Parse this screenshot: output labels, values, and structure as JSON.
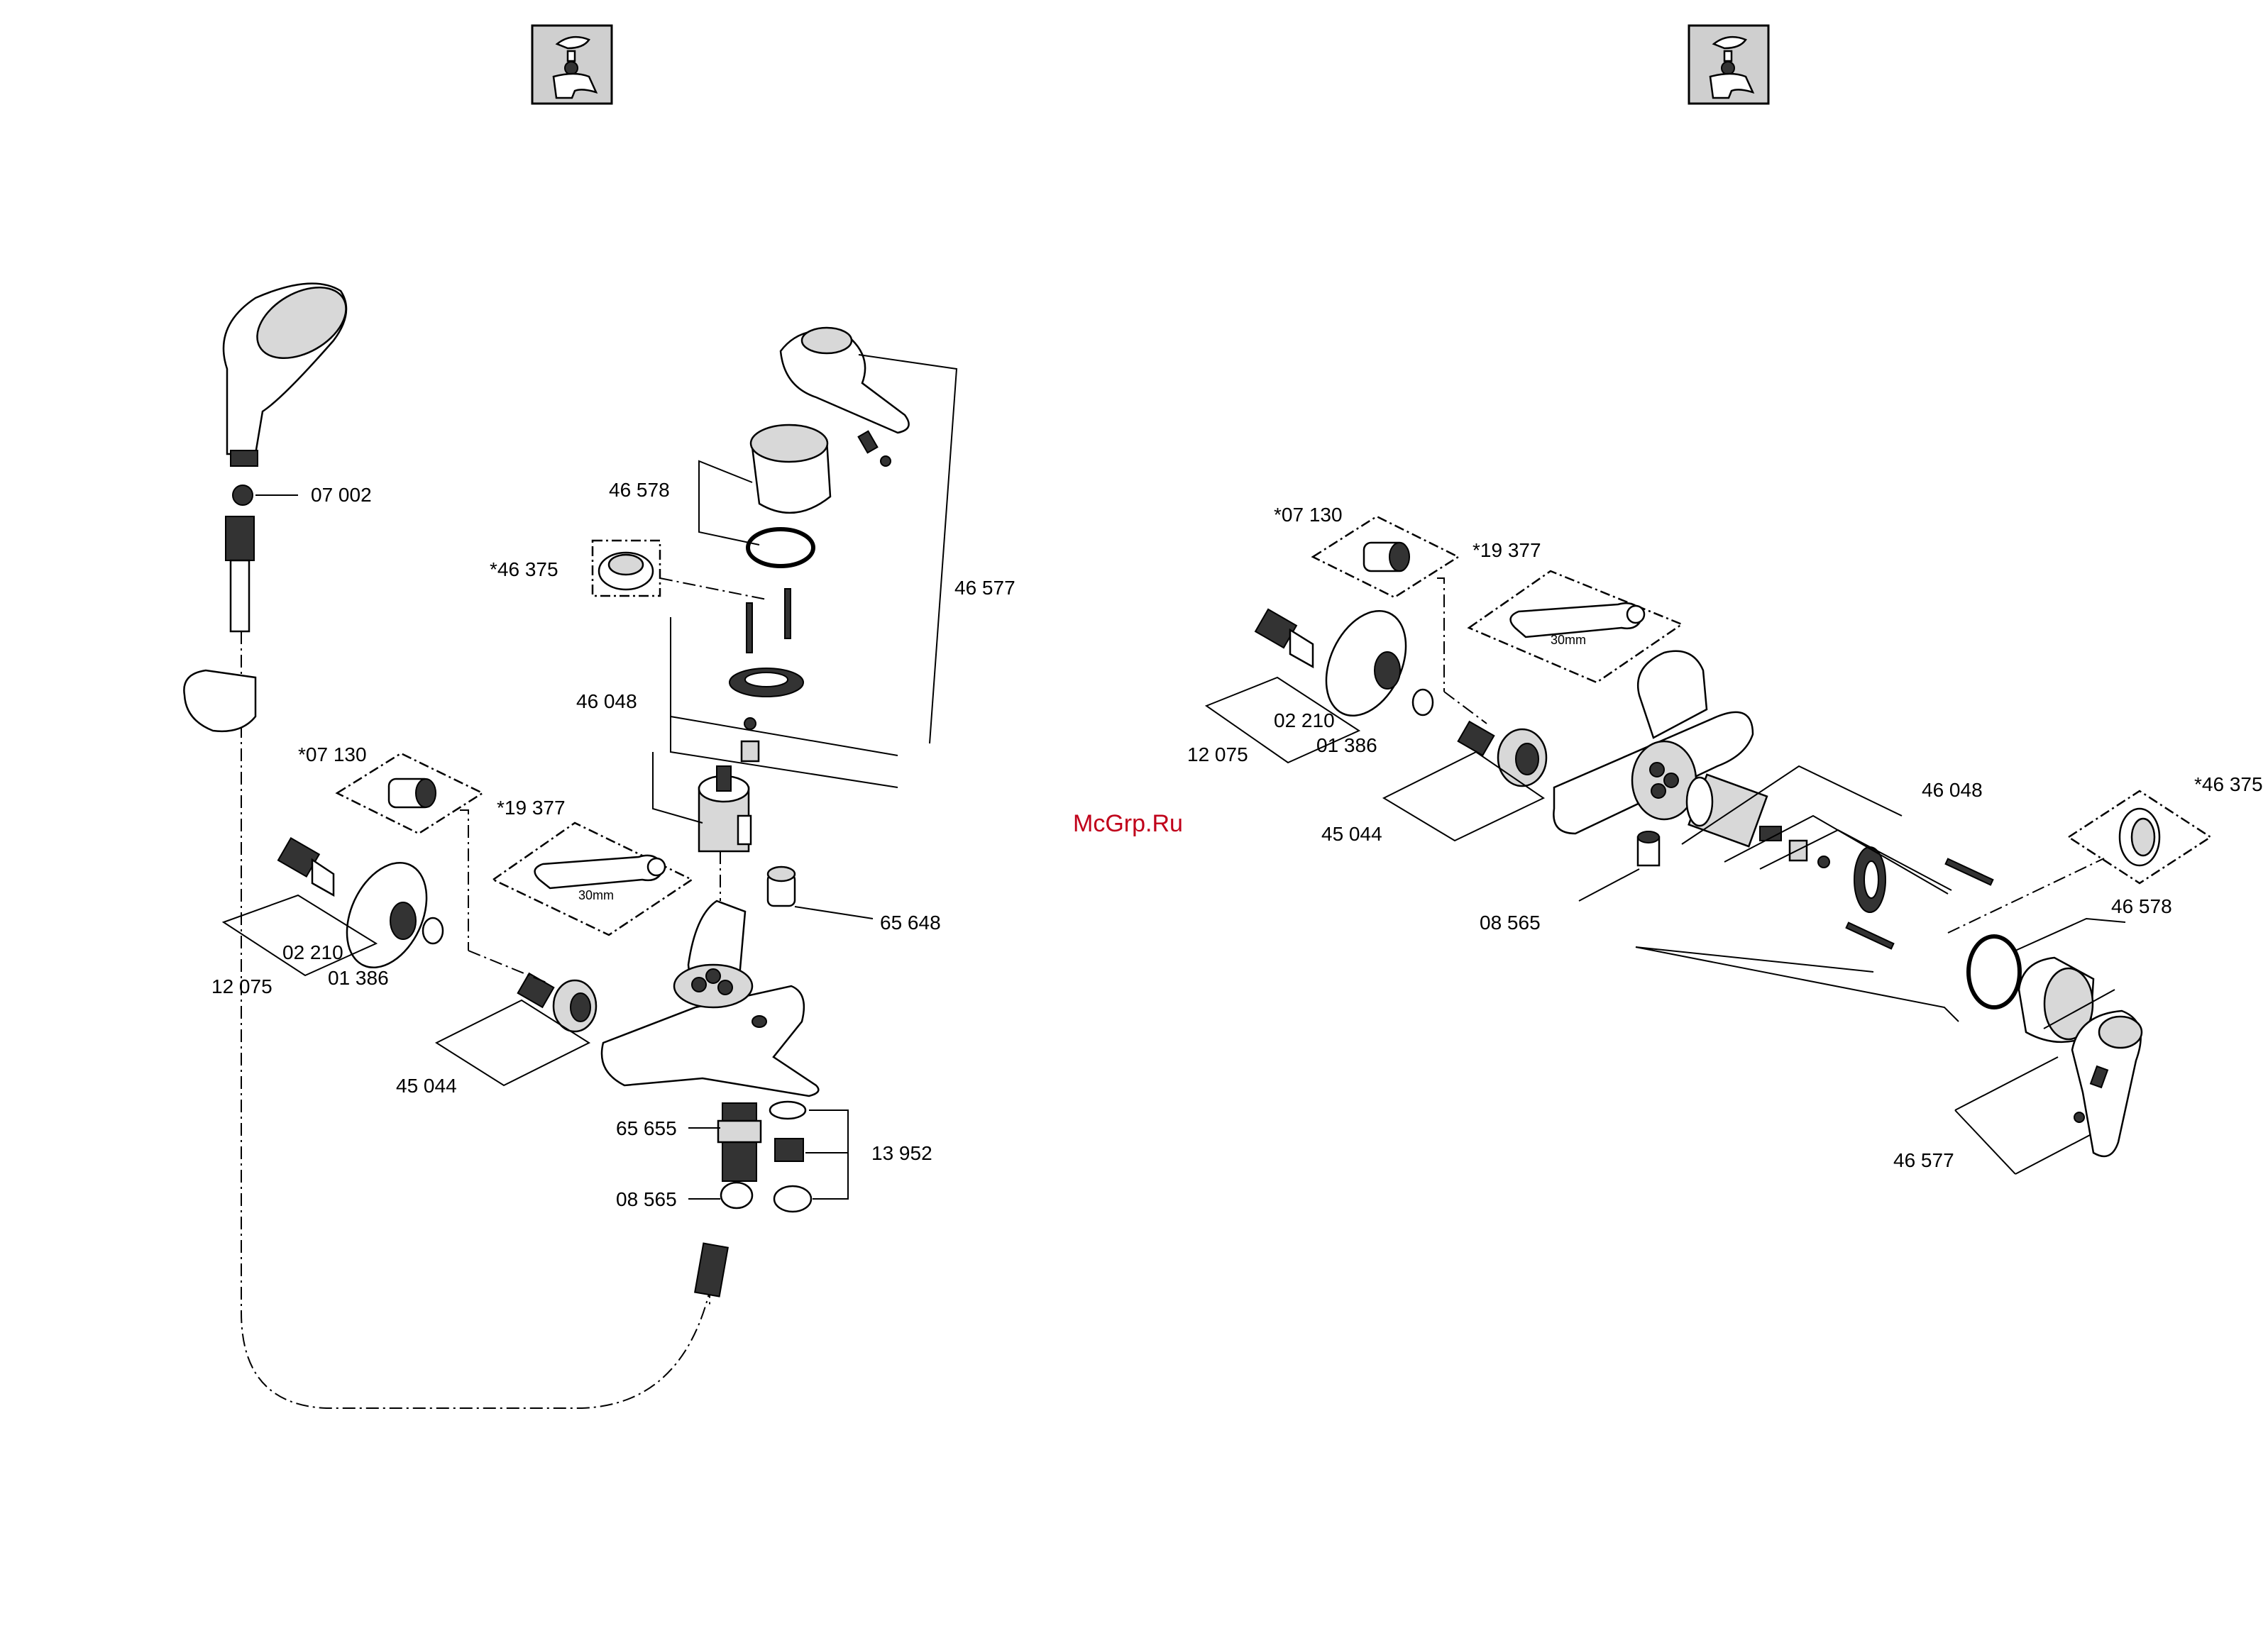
{
  "watermark": "McGrp.Ru",
  "wrench_size": "30mm",
  "left_diagram": {
    "labels": {
      "p07002": "07 002",
      "p46578": "46 578",
      "p46375": "*46 375",
      "p46577": "46 577",
      "p46048": "46 048",
      "p07130": "*07 130",
      "p19377": "*19 377",
      "p65648": "65 648",
      "p02210": "02 210",
      "p12075": "12 075",
      "p01386": "01 386",
      "p45044": "45 044",
      "p65655": "65 655",
      "p13952": "13 952",
      "p08565": "08 565"
    }
  },
  "right_diagram": {
    "labels": {
      "p07130": "*07 130",
      "p19377": "*19 377",
      "p02210": "02 210",
      "p12075": "12 075",
      "p01386": "01 386",
      "p45044": "45 044",
      "p46048": "46 048",
      "p46375": "*46 375",
      "p08565": "08 565",
      "p46578": "46 578",
      "p46577": "46 577"
    }
  }
}
